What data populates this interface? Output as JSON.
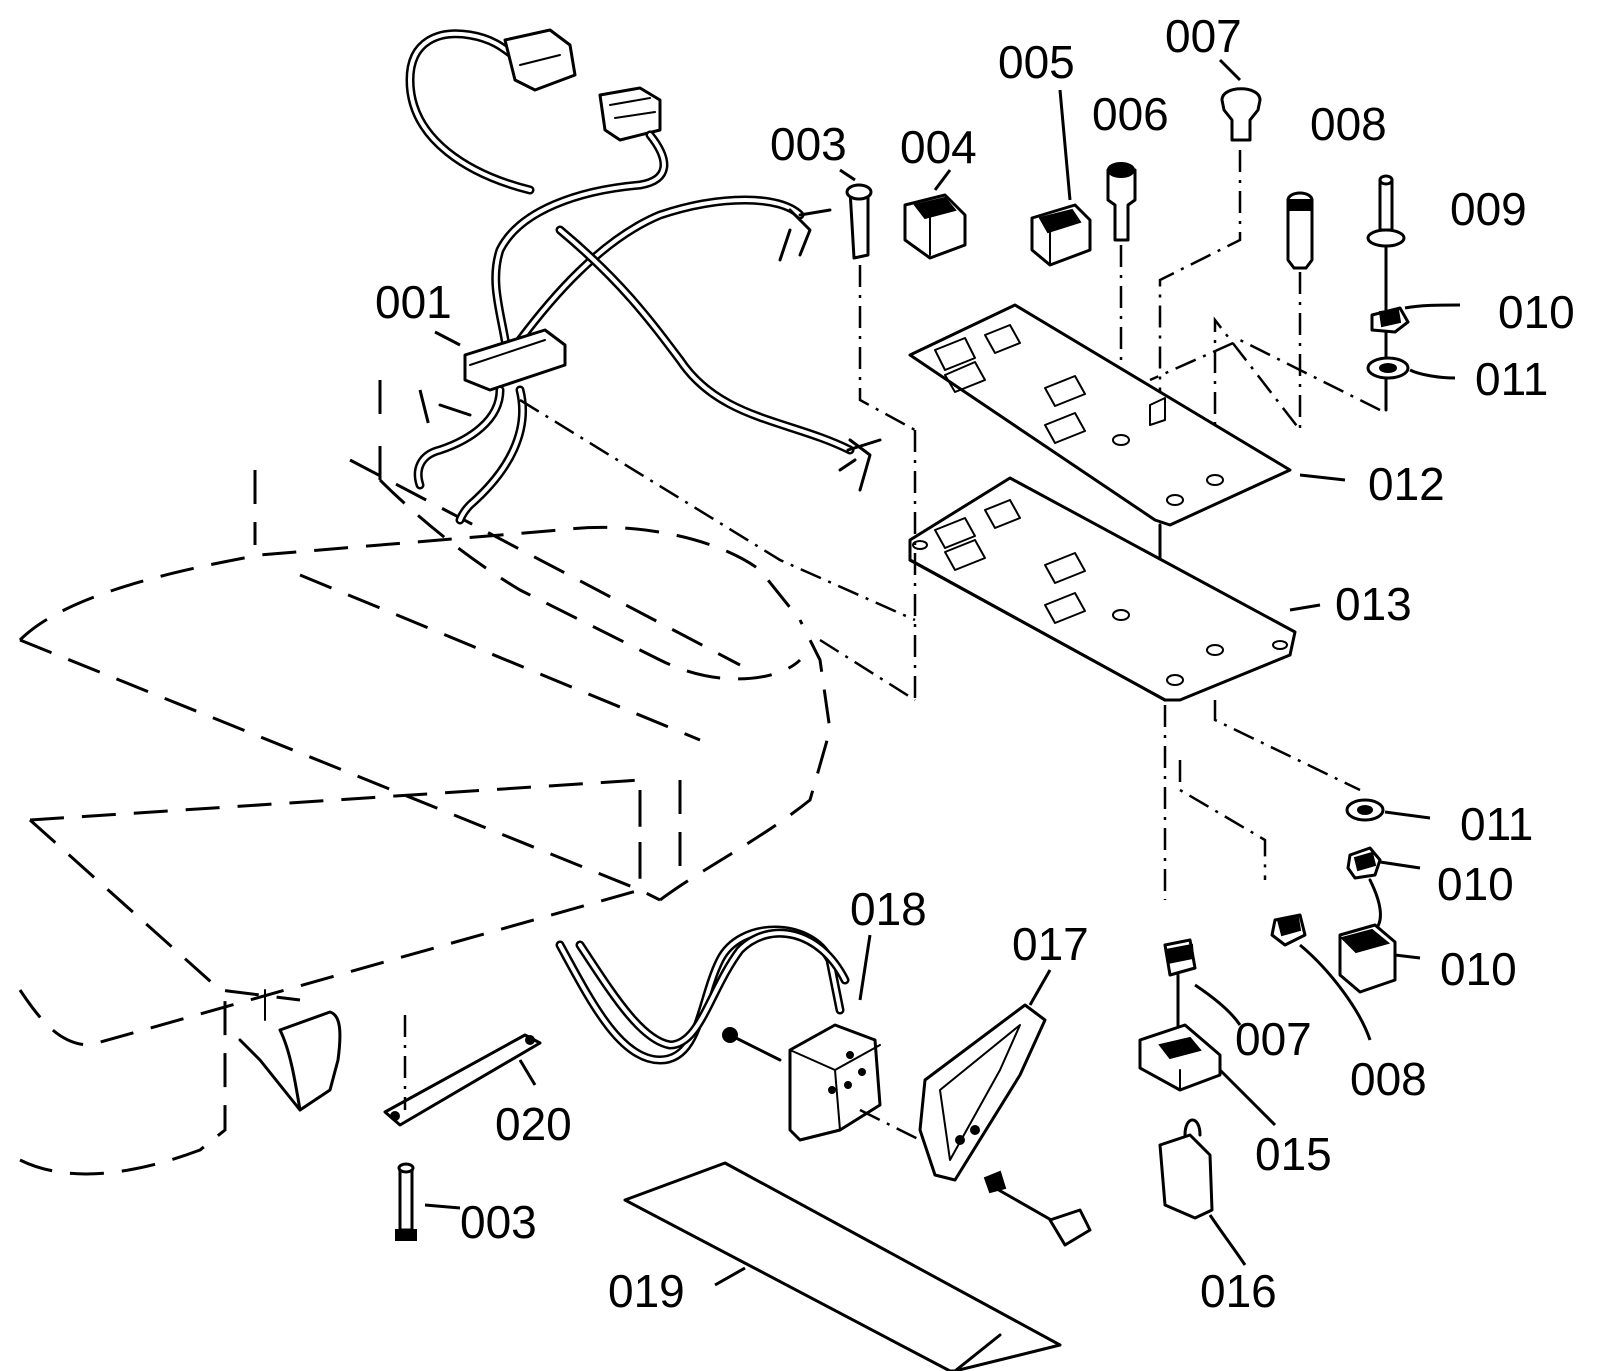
{
  "labels": {
    "p001": "001",
    "p003_top": "003",
    "p003_bottom": "003",
    "p004": "004",
    "p005": "005",
    "p006": "006",
    "p007_top": "007",
    "p007_bottom": "007",
    "p008_top": "008",
    "p008_bottom": "008",
    "p009": "009",
    "p010_top": "010",
    "p010_mid": "010",
    "p010_bottom": "010",
    "p011_top": "011",
    "p011_bottom": "011",
    "p012": "012",
    "p013": "013",
    "p015": "015",
    "p016": "016",
    "p017": "017",
    "p018": "018",
    "p019": "019",
    "p020": "020"
  }
}
